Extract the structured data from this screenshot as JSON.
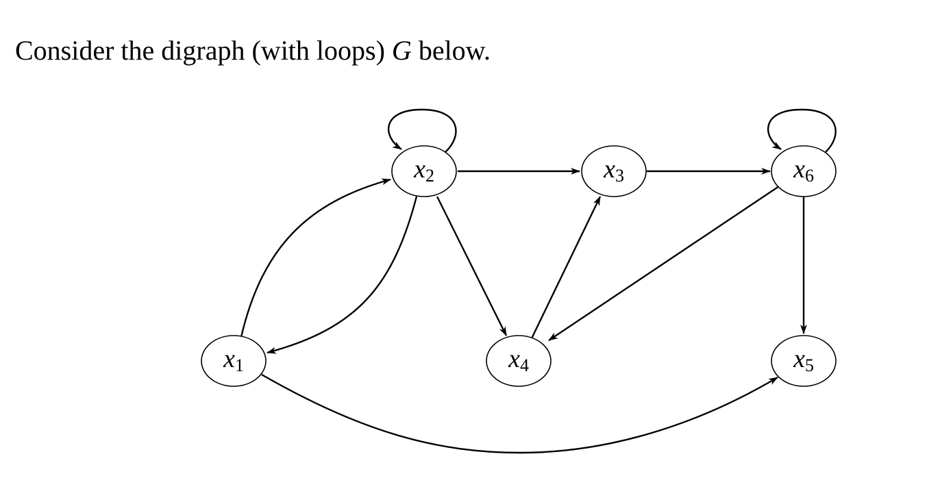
{
  "intro": {
    "before": "Consider the digraph (with loops) ",
    "symbol": "G",
    "after": " below."
  },
  "graph": {
    "nodes": [
      {
        "id": "x1",
        "label": "x",
        "sub": "1"
      },
      {
        "id": "x2",
        "label": "x",
        "sub": "2"
      },
      {
        "id": "x3",
        "label": "x",
        "sub": "3"
      },
      {
        "id": "x4",
        "label": "x",
        "sub": "4"
      },
      {
        "id": "x5",
        "label": "x",
        "sub": "5"
      },
      {
        "id": "x6",
        "label": "x",
        "sub": "6"
      }
    ],
    "edges": [
      {
        "from": "x2",
        "to": "x2",
        "kind": "loop"
      },
      {
        "from": "x6",
        "to": "x6",
        "kind": "loop"
      },
      {
        "from": "x2",
        "to": "x3"
      },
      {
        "from": "x3",
        "to": "x6"
      },
      {
        "from": "x1",
        "to": "x2"
      },
      {
        "from": "x2",
        "to": "x1"
      },
      {
        "from": "x2",
        "to": "x4"
      },
      {
        "from": "x4",
        "to": "x3"
      },
      {
        "from": "x6",
        "to": "x4"
      },
      {
        "from": "x6",
        "to": "x5"
      },
      {
        "from": "x1",
        "to": "x5"
      }
    ],
    "stroke_color": "#000000"
  }
}
